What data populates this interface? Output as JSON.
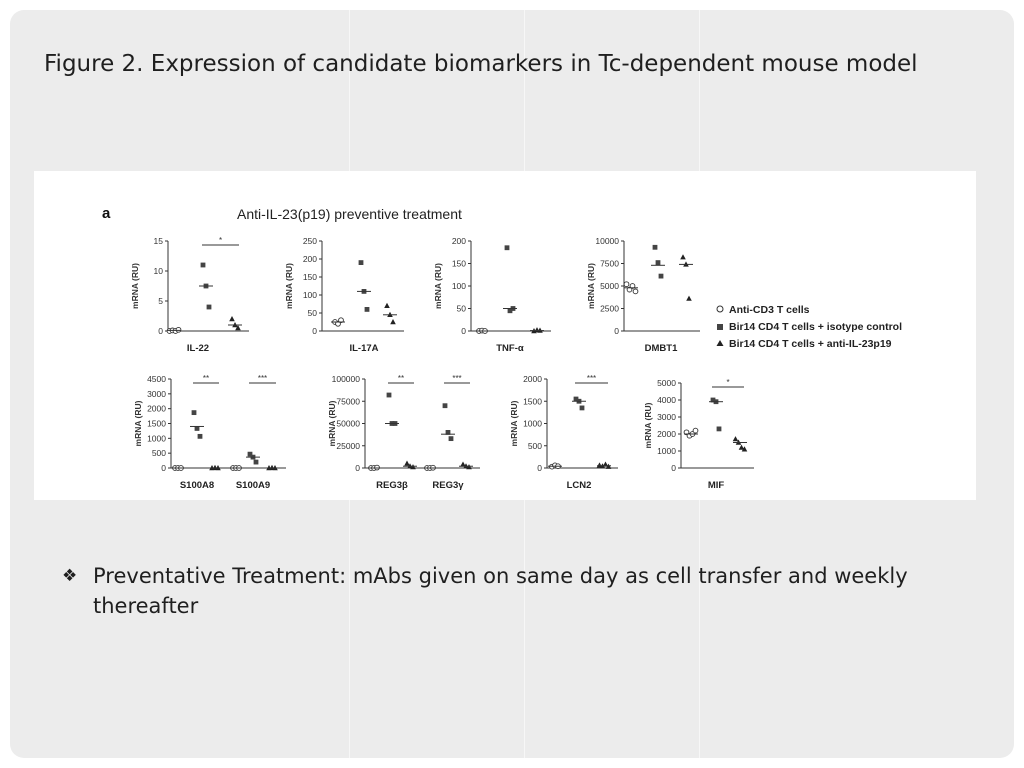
{
  "slide": {
    "title": "Figure 2. Expression of candidate biomarkers in Tc-dependent mouse model",
    "bullet": "Preventative Treatment: mAbs given on same day as cell transfer and weekly thereafter",
    "bullet_icon": "diamond-bullet-icon"
  },
  "figure": {
    "panel_label": "a",
    "heading": "Anti-IL-23(p19) preventive treatment",
    "legend": [
      {
        "marker": "open-circle",
        "label": "Anti-CD3 T cells"
      },
      {
        "marker": "square",
        "label": "Bir14 CD4 T cells + isotype control"
      },
      {
        "marker": "triangle",
        "label": "Bir14 CD4 T cells + anti-IL-23p19"
      }
    ]
  },
  "chart_data": [
    {
      "type": "scatter",
      "id": "il22",
      "xlabel": "IL-22",
      "ylabel": "mRNA (RU)",
      "ylim": [
        0,
        15
      ],
      "yticks": [
        "0",
        "5",
        "10",
        "15"
      ],
      "significance": "*",
      "groups": [
        {
          "marker": "circle",
          "values": [
            0,
            0.1,
            0,
            0.2
          ],
          "median": 0.1
        },
        {
          "marker": "square",
          "values": [
            11,
            7.5,
            4
          ],
          "median": 7.5
        },
        {
          "marker": "triangle",
          "values": [
            2,
            1,
            0.5
          ],
          "median": 1
        }
      ]
    },
    {
      "type": "scatter",
      "id": "il17a",
      "xlabel": "IL-17A",
      "ylabel": "mRNA (RU)",
      "ylim": [
        0,
        250
      ],
      "yticks": [
        "0",
        "50",
        "100",
        "150",
        "200",
        "250"
      ],
      "groups": [
        {
          "marker": "circle",
          "values": [
            25,
            20,
            30
          ],
          "median": 25
        },
        {
          "marker": "square",
          "values": [
            190,
            110,
            60
          ],
          "median": 110
        },
        {
          "marker": "triangle",
          "values": [
            70,
            45,
            25
          ],
          "median": 45
        }
      ]
    },
    {
      "type": "scatter",
      "id": "tnfa",
      "xlabel": "TNF-α",
      "ylabel": "mRNA (RU)",
      "ylim": [
        0,
        200
      ],
      "yticks": [
        "0",
        "50",
        "100",
        "150",
        "200"
      ],
      "groups": [
        {
          "marker": "circle",
          "values": [
            0,
            1,
            0
          ],
          "median": 0
        },
        {
          "marker": "square",
          "values": [
            185,
            45,
            50
          ],
          "median": 50
        },
        {
          "marker": "triangle",
          "values": [
            0,
            2,
            1
          ],
          "median": 1
        }
      ]
    },
    {
      "type": "scatter",
      "id": "dmbt1",
      "xlabel": "DMBT1",
      "ylabel": "mRNA (RU)",
      "ylim": [
        0,
        10000
      ],
      "yticks": [
        "0",
        "2500",
        "5000",
        "7500",
        "10000"
      ],
      "groups": [
        {
          "marker": "circle",
          "values": [
            5200,
            4600,
            5000,
            4400
          ],
          "median": 4800
        },
        {
          "marker": "square",
          "values": [
            9300,
            7600,
            6100
          ],
          "median": 7300
        },
        {
          "marker": "triangle",
          "values": [
            8200,
            7400,
            3600
          ],
          "median": 7400
        }
      ]
    },
    {
      "type": "scatter",
      "id": "s100a",
      "xlabel": [
        "S100A8",
        "S100A9"
      ],
      "ylabel": "mRNA (RU)",
      "ylim": [
        0,
        4500
      ],
      "yticks": [
        "0",
        "500",
        "1000",
        "1500",
        "2000",
        "3000",
        "4500"
      ],
      "significance": [
        "**",
        "***"
      ],
      "groups": [
        {
          "marker": "circle",
          "values": [
            0,
            0,
            0
          ],
          "median": 0
        },
        {
          "marker": "square",
          "values": [
            2800,
            2000,
            1600
          ],
          "median": 2100
        },
        {
          "marker": "triangle",
          "values": [
            0,
            10,
            0
          ],
          "median": 0
        },
        {
          "marker": "circle",
          "values": [
            0,
            0,
            0
          ],
          "median": 0
        },
        {
          "marker": "square",
          "values": [
            700,
            550,
            300
          ],
          "median": 550
        },
        {
          "marker": "triangle",
          "values": [
            0,
            10,
            0
          ],
          "median": 0
        }
      ]
    },
    {
      "type": "scatter",
      "id": "reg3",
      "xlabel": [
        "REG3β",
        "REG3γ"
      ],
      "ylabel": "mRNA (RU)",
      "ylim": [
        0,
        100000
      ],
      "yticks": [
        "0",
        "25000",
        "50000",
        "75000",
        "100000"
      ],
      "significance": [
        "**",
        "***"
      ],
      "groups": [
        {
          "marker": "circle",
          "values": [
            0,
            0,
            500
          ],
          "median": 0
        },
        {
          "marker": "square",
          "values": [
            82000,
            50000,
            50000
          ],
          "median": 50000
        },
        {
          "marker": "triangle",
          "values": [
            5000,
            2000,
            1000
          ],
          "median": 2000
        },
        {
          "marker": "circle",
          "values": [
            0,
            0,
            300
          ],
          "median": 0
        },
        {
          "marker": "square",
          "values": [
            70000,
            40000,
            33000
          ],
          "median": 38000
        },
        {
          "marker": "triangle",
          "values": [
            4000,
            2000,
            1000
          ],
          "median": 2000
        }
      ]
    },
    {
      "type": "scatter",
      "id": "lcn2",
      "xlabel": "LCN2",
      "ylabel": "mRNA (RU)",
      "ylim": [
        0,
        2000
      ],
      "yticks": [
        "0",
        "500",
        "1000",
        "1500",
        "2000"
      ],
      "significance": "***",
      "groups": [
        {
          "marker": "circle",
          "values": [
            30,
            60,
            40
          ],
          "median": 40
        },
        {
          "marker": "square",
          "values": [
            1550,
            1500,
            1350
          ],
          "median": 1500
        },
        {
          "marker": "triangle",
          "values": [
            60,
            40,
            80,
            30
          ],
          "median": 50
        }
      ]
    },
    {
      "type": "scatter",
      "id": "mif",
      "xlabel": "MIF",
      "ylabel": "mRNA (RU)",
      "ylim": [
        0,
        5000
      ],
      "yticks": [
        "0",
        "1000",
        "2000",
        "3000",
        "4000",
        "5000"
      ],
      "significance": "*",
      "groups": [
        {
          "marker": "circle",
          "values": [
            2100,
            1900,
            2000,
            2200
          ],
          "median": 2000
        },
        {
          "marker": "square",
          "values": [
            4000,
            3900,
            2300
          ],
          "median": 3900
        },
        {
          "marker": "triangle",
          "values": [
            1700,
            1500,
            1200,
            1100
          ],
          "median": 1500
        }
      ]
    }
  ]
}
